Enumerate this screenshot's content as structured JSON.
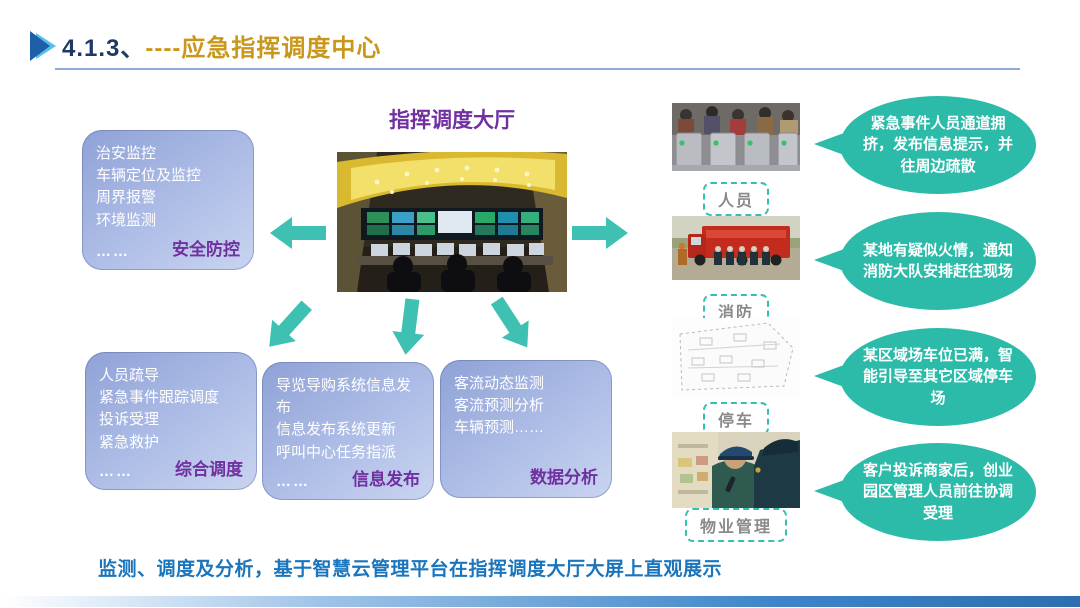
{
  "header": {
    "number": "4.1.3、",
    "title": "----应急指挥调度中心"
  },
  "center": {
    "title": "指挥调度大厅"
  },
  "boxes": [
    {
      "lines": [
        "治安监控",
        "车辆定位及监控",
        "周界报警",
        "环境监测"
      ],
      "dots": "……",
      "label": "安全防控"
    },
    {
      "lines": [
        "人员疏导",
        "紧急事件跟踪调度",
        "投诉受理",
        "紧急救护"
      ],
      "dots": "……",
      "label": "综合调度"
    },
    {
      "lines": [
        "导览导购系统信息发布",
        "信息发布系统更新",
        "呼叫中心任务指派"
      ],
      "dots": "……",
      "label": "信息发布"
    },
    {
      "lines": [
        "客流动态监测",
        "客流预测分析",
        "车辆预测……"
      ],
      "dots": "",
      "label": "数据分析"
    }
  ],
  "scenarios": [
    {
      "label": "人员",
      "bubble": "紧急事件人员通道拥挤，发布信息提示，并往周边疏散"
    },
    {
      "label": "消防",
      "bubble": "某地有疑似火情，通知消防大队安排赶往现场"
    },
    {
      "label": "停车",
      "bubble": "某区域场车位已满，智能引导至其它区域停车场"
    },
    {
      "label": "物业管理",
      "bubble": "客户投诉商家后，创业园区管理人员前往协调受理"
    }
  ],
  "footer": {
    "text": "监测、调度及分析，基于智慧云管理平台在指挥调度大厅大屏上直观展示"
  },
  "colors": {
    "accent_teal": "#2CBAA9",
    "panel_label_purple": "#7030A0",
    "title_gold": "#C9971B",
    "title_navy": "#1F3864",
    "footer_blue": "#1B75BC",
    "panel_fill": "#A9BAE4",
    "underline": "#8FAADC"
  }
}
